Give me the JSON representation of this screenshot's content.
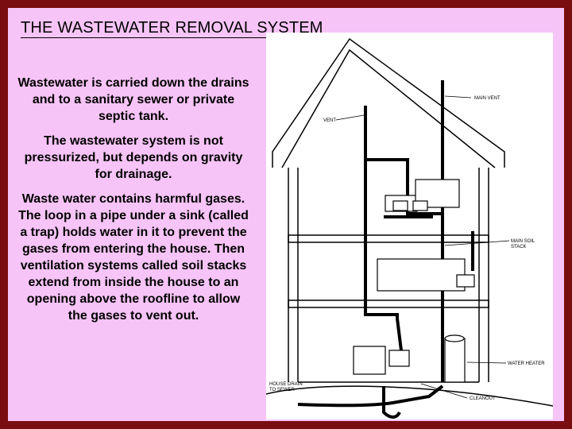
{
  "slide": {
    "title": "THE WASTEWATER REMOVAL SYSTEM",
    "paragraphs": [
      "Wastewater is carried down the drains and to a sanitary sewer or private septic tank.",
      "The wastewater system is not pressurized, but depends on gravity for drainage.",
      "Waste water contains harmful gases. The loop in a pipe under a sink (called a trap) holds water in it to prevent the gases from entering the house. Then ventilation  systems called soil stacks extend from inside the house to an opening above the roofline to allow the gases to vent out."
    ]
  },
  "diagram": {
    "labels": {
      "main_vent": "MAIN VENT",
      "vent": "VENT",
      "main_soil_stack_1": "MAIN SOIL",
      "main_soil_stack_2": "STACK",
      "water_heater": "WATER HEATER",
      "house_drain_1": "HOUSE DRAIN",
      "house_drain_2": "TO SEWER",
      "cleanout": "CLEANOUT"
    }
  },
  "colors": {
    "border": "#7a0d10",
    "background": "#f7c4f7",
    "diagram_bg": "#ffffff"
  }
}
